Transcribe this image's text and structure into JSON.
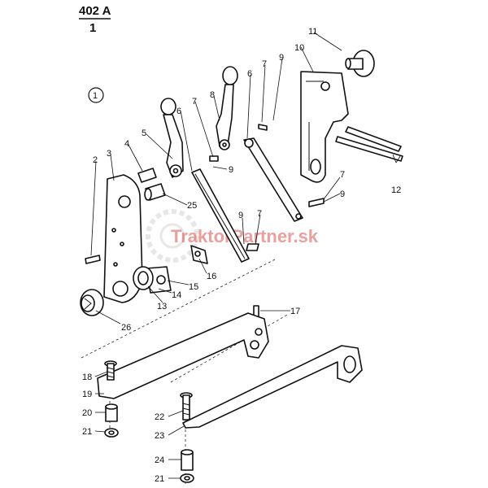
{
  "header": {
    "page_code": "402 A",
    "sheet": "1"
  },
  "group_label": "1",
  "watermark": "TraktorPartner.sk",
  "callouts": {
    "c1": "11",
    "c2": "10",
    "c3": "9",
    "c4": "7",
    "c5": "6",
    "c6": "8",
    "c7": "6",
    "c8": "7",
    "c9": "5",
    "c10": "4",
    "c11": "3",
    "c12": "2",
    "c13": "9",
    "c14": "12",
    "c15": "7",
    "c16": "9",
    "c17": "25",
    "c18": "9",
    "c19": "7",
    "c20": "16",
    "c21": "15",
    "c22": "14",
    "c23": "13",
    "c24": "26",
    "c25": "17",
    "c26": "18",
    "c27": "19",
    "c28": "20",
    "c29": "21",
    "c30": "22",
    "c31": "23",
    "c32": "24",
    "c33": "21"
  }
}
